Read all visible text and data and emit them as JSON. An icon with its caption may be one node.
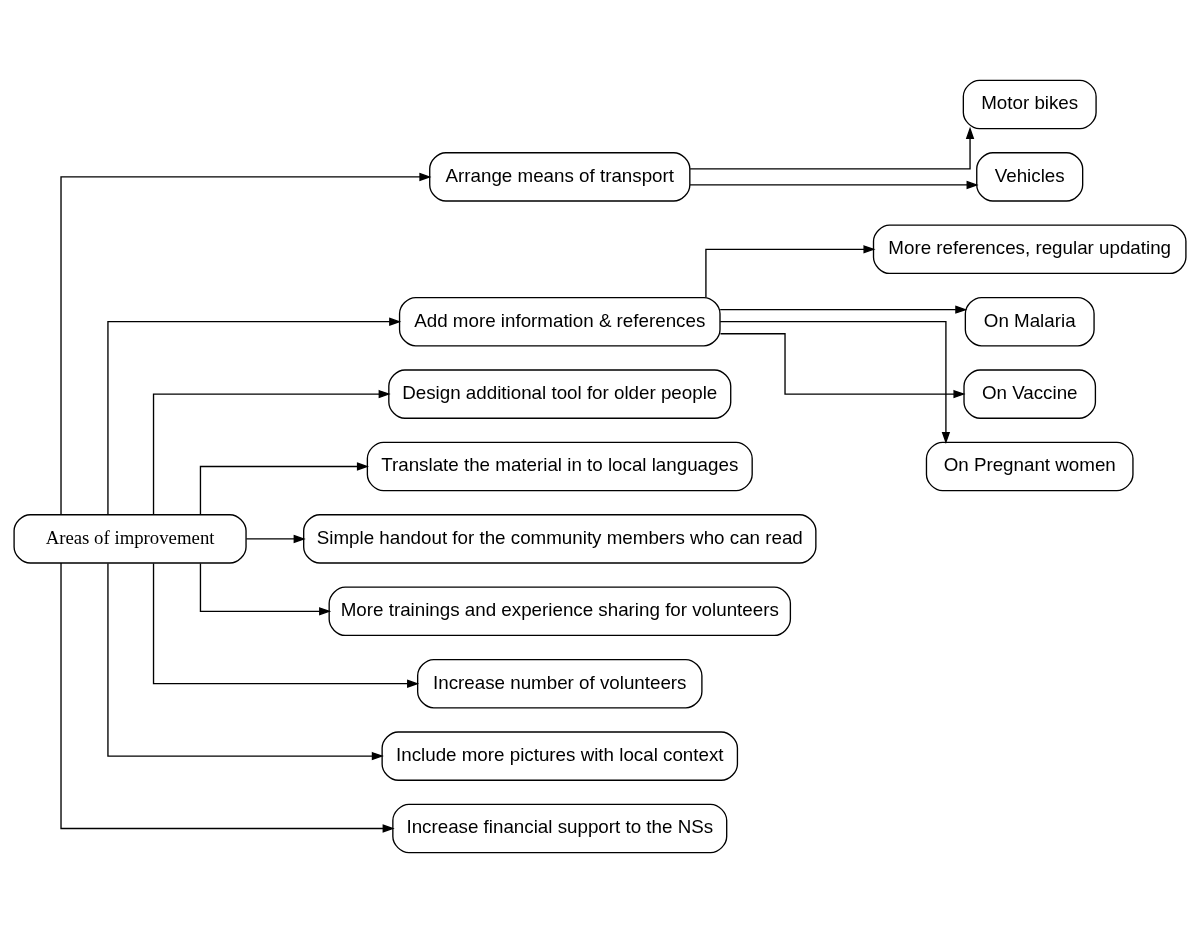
{
  "diagram": {
    "nodes": [
      {
        "text": [
          "Areas of improvement"
        ]
      },
      {
        "text": [
          "Arrange means of transport"
        ]
      },
      {
        "text": [
          "Motor bikes"
        ]
      },
      {
        "text": [
          "Vehicles"
        ]
      },
      {
        "text": [
          "Add more information & references"
        ]
      },
      {
        "text": [
          "More references, regular updating"
        ]
      },
      {
        "text": [
          "On Malaria"
        ]
      },
      {
        "text": [
          "On Vaccine"
        ]
      },
      {
        "text": [
          "On Pregnant women"
        ]
      },
      {
        "text": [
          "Design additional tool for older people"
        ]
      },
      {
        "text": [
          "Translate the material in to local languages"
        ]
      },
      {
        "text": [
          "Simple handout for the community members who can read"
        ]
      },
      {
        "text": [
          "More trainings and experience sharing for volunteers"
        ]
      },
      {
        "text": [
          "Increase number of volunteers"
        ]
      },
      {
        "text": [
          "Include more pictures with local context"
        ]
      },
      {
        "text": [
          "Increase financial support to the NSs"
        ]
      }
    ],
    "edges": [
      {
        "from": 0,
        "to": 1,
        "arrow": "to"
      },
      {
        "from": 1,
        "to": 2,
        "arrow": "to"
      },
      {
        "from": 1,
        "to": 3,
        "arrow": "to"
      },
      {
        "from": 0,
        "to": 4,
        "arrow": "to"
      },
      {
        "from": 4,
        "to": 5,
        "arrow": "to"
      },
      {
        "from": 4,
        "to": 6,
        "arrow": "to"
      },
      {
        "from": 4,
        "to": 7,
        "arrow": "to"
      },
      {
        "from": 4,
        "to": 8,
        "arrow": "to"
      },
      {
        "from": 0,
        "to": 9,
        "arrow": "to"
      },
      {
        "from": 0,
        "to": 10,
        "arrow": "to"
      },
      {
        "from": 0,
        "to": 11,
        "arrow": "to"
      },
      {
        "from": 0,
        "to": 12,
        "arrow": "to"
      },
      {
        "from": 0,
        "to": 13,
        "arrow": "to"
      },
      {
        "from": 0,
        "to": 14,
        "arrow": "to"
      },
      {
        "from": 0,
        "to": 15,
        "arrow": "to"
      }
    ]
  }
}
